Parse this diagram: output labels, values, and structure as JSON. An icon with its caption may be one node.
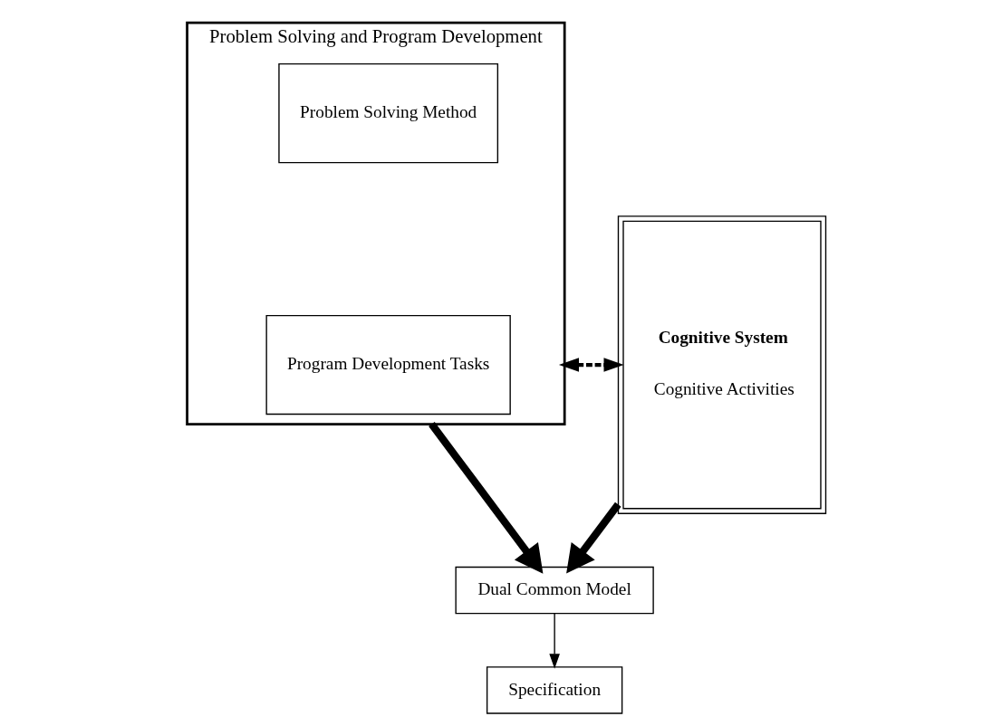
{
  "diagram": {
    "nodes": [
      {
        "text": [
          "Problem Solving and Program Development"
        ]
      },
      {
        "text": [
          "Problem Solving Method"
        ],
        "in": 0
      },
      {
        "text": [
          "Program Development Tasks"
        ],
        "in": 0
      },
      {
        "text": [
          "Cognitive System",
          "Cognitive Activities"
        ]
      },
      {
        "text": [
          "Dual Common Model"
        ]
      },
      {
        "text": [
          "Specification"
        ]
      }
    ],
    "edges": [
      {
        "from": 0,
        "to": 3,
        "arrow": "both",
        "style": "dashed"
      },
      {
        "from": 0,
        "to": 4,
        "arrow": "to",
        "style": "thick"
      },
      {
        "from": 3,
        "to": 4,
        "arrow": "to",
        "style": "thick"
      },
      {
        "from": 4,
        "to": 5,
        "arrow": "to"
      }
    ]
  }
}
